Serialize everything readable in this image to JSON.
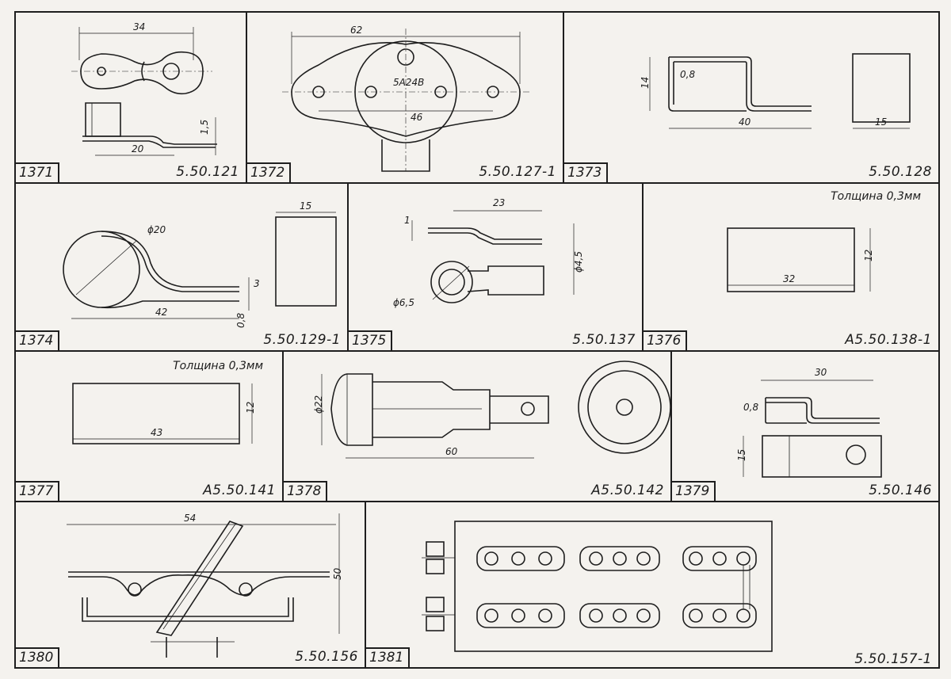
{
  "parts": [
    {
      "id": "1371",
      "code": "5.50.121",
      "dims": [
        "34",
        "1,5",
        "20"
      ]
    },
    {
      "id": "1372",
      "code": "5.50.127-1",
      "dims": [
        "62",
        "46"
      ],
      "marking": "5А24В"
    },
    {
      "id": "1373",
      "code": "5.50.128",
      "dims": [
        "14",
        "0,8",
        "40",
        "15"
      ]
    },
    {
      "id": "1374",
      "code": "5.50.129-1",
      "dims": [
        "ϕ20",
        "15",
        "42",
        "3",
        "0,8"
      ]
    },
    {
      "id": "1375",
      "code": "5.50.137",
      "dims": [
        "23",
        "1",
        "ϕ4,5",
        "ϕ6,5"
      ]
    },
    {
      "id": "1376",
      "code": "А5.50.138-1",
      "note": "Толщина 0,3мм",
      "dims": [
        "12",
        "32"
      ]
    },
    {
      "id": "1377",
      "code": "А5.50.141",
      "note": "Толщина 0,3мм",
      "dims": [
        "12",
        "43"
      ]
    },
    {
      "id": "1378",
      "code": "А5.50.142",
      "dims": [
        "ϕ22",
        "60"
      ]
    },
    {
      "id": "1379",
      "code": "5.50.146",
      "dims": [
        "30",
        "0,8",
        "15"
      ]
    },
    {
      "id": "1380",
      "code": "5.50.156",
      "dims": [
        "54",
        "50"
      ]
    },
    {
      "id": "1381",
      "code": "5.50.157-1",
      "dims": []
    }
  ]
}
